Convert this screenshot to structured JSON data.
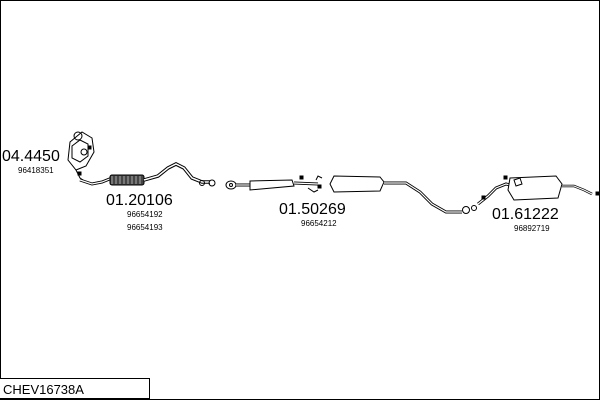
{
  "diagram_title": "CHEV16738A",
  "parts": [
    {
      "part_number": "04.4450",
      "oem_numbers": [
        "96418351"
      ]
    },
    {
      "part_number": "01.20106",
      "oem_numbers": [
        "96654192",
        "96654193"
      ]
    },
    {
      "part_number": "01.50269",
      "oem_numbers": [
        "96654212"
      ]
    },
    {
      "part_number": "01.61222",
      "oem_numbers": [
        "96892719"
      ]
    }
  ],
  "colors": {
    "line": "#000000",
    "background": "#ffffff"
  }
}
